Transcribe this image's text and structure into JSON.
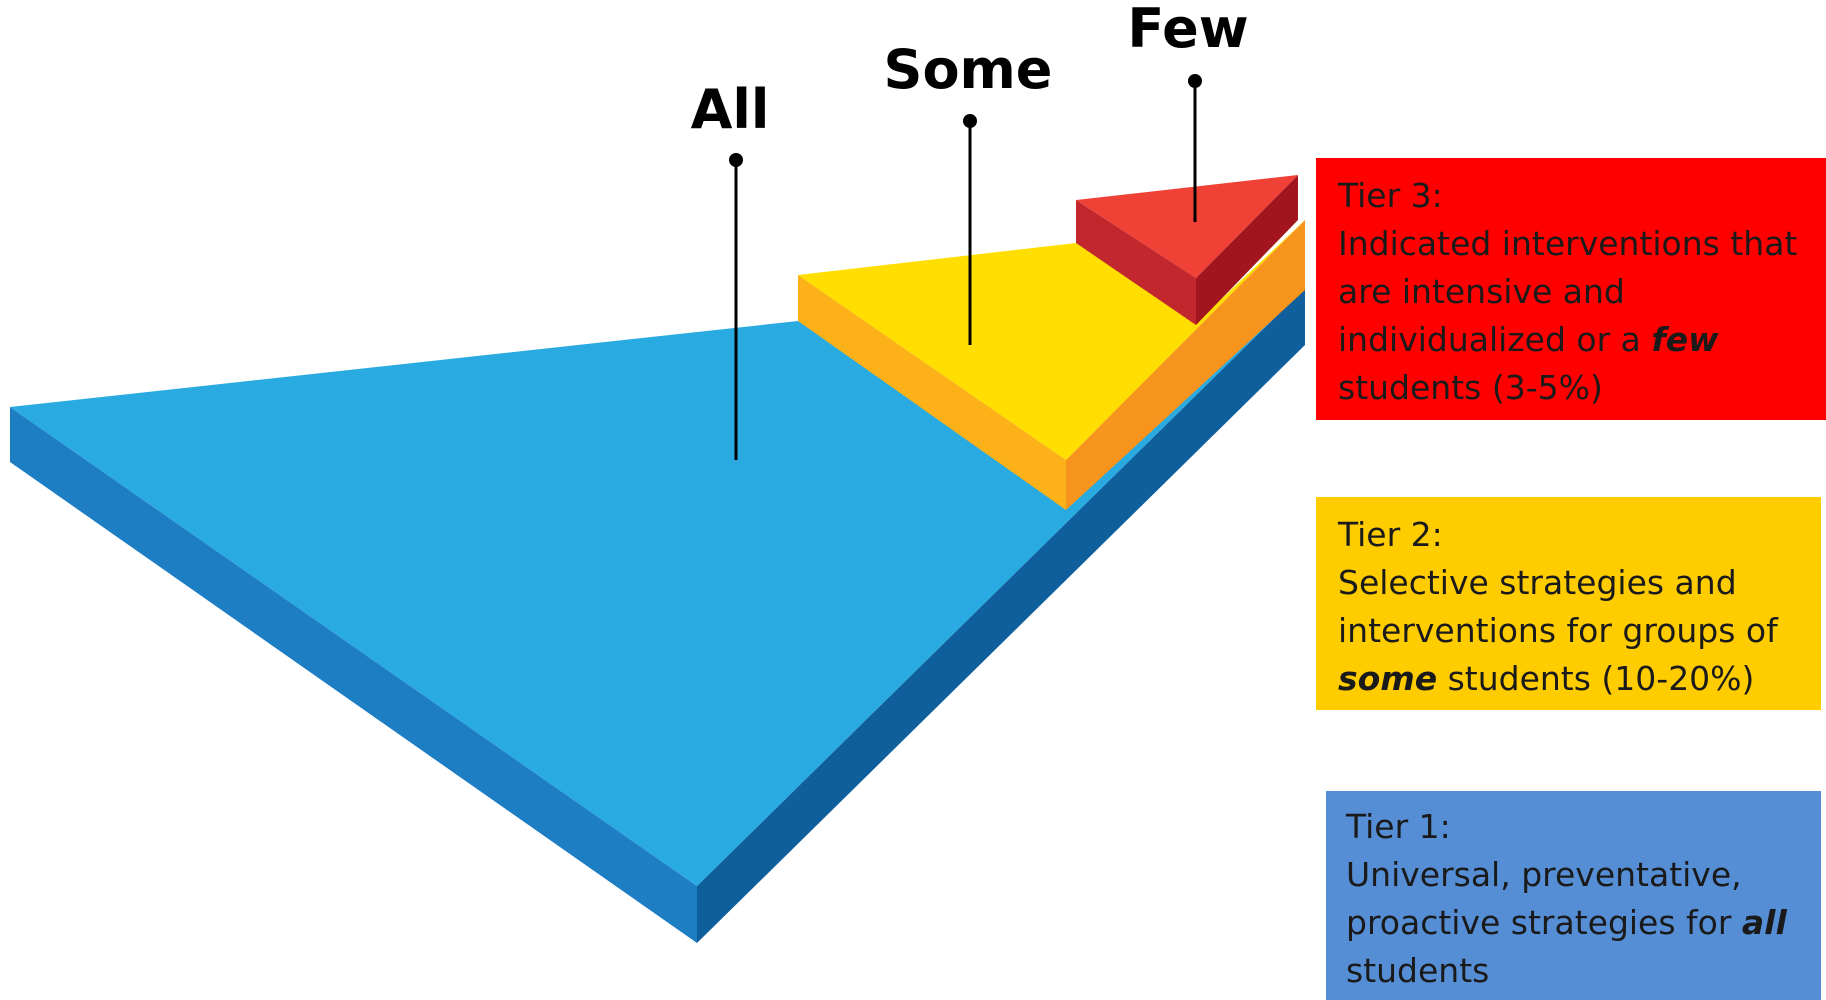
{
  "colors": {
    "tier1_top": "#29abe2",
    "tier1_side_left": "#1e7ec4",
    "tier1_side_right": "#0e5f9c",
    "tier2_top": "#ffde00",
    "tier2_side_left": "#fbb117",
    "tier2_side_right": "#f7941d",
    "tier3_top": "#ef4136",
    "tier3_side_left": "#c1272d",
    "tier3_side_right": "#a3151e",
    "tier3_box": "#ff0000",
    "tier2_box": "#ffcc00",
    "tier1_box": "#558ed5"
  },
  "diagram": {
    "labels": {
      "all": "All",
      "some": "Some",
      "few": "Few"
    }
  },
  "tiers": {
    "tier3": {
      "heading": "Tier 3:",
      "line1": "Indicated interventions that",
      "line2": "are intensive and",
      "line3_before": "individualized or a ",
      "line3_emphasis": "few",
      "line4": "students (3-5%)"
    },
    "tier2": {
      "heading": "Tier 2:",
      "line1": "Selective strategies and",
      "line2": "interventions for groups of",
      "line3_emphasis": "some",
      "line3_after": " students (10-20%)"
    },
    "tier1": {
      "heading": "Tier 1:",
      "line1": "Universal, preventative,",
      "line2_before": "proactive strategies for ",
      "line2_emphasis": "all",
      "line3": "students"
    }
  }
}
